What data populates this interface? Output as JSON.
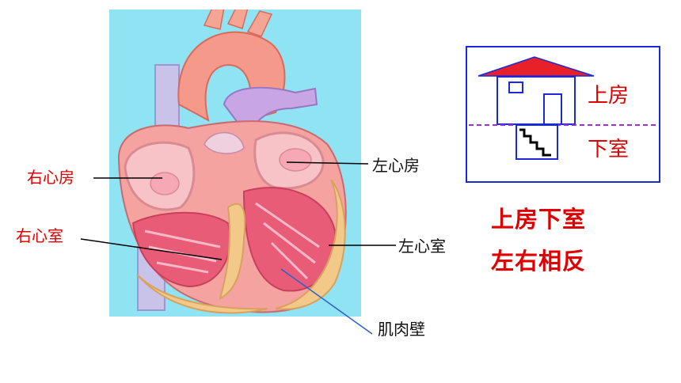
{
  "heart_labels": {
    "right_atrium": "右心房",
    "right_ventricle": "右心室",
    "left_atrium": "左心房",
    "left_ventricle": "左心室",
    "muscle_wall": "肌肉壁"
  },
  "house_diagram": {
    "upper": "上房",
    "lower": "下室"
  },
  "summary": {
    "line1": "上房下室",
    "line2": "左右相反"
  },
  "colors": {
    "panel_bg": "#8fe3f2",
    "label_red": "#e00000",
    "frame_blue": "#1a2ad8",
    "roof_red": "#e8202a",
    "divider_purple": "#9a2fd8"
  }
}
